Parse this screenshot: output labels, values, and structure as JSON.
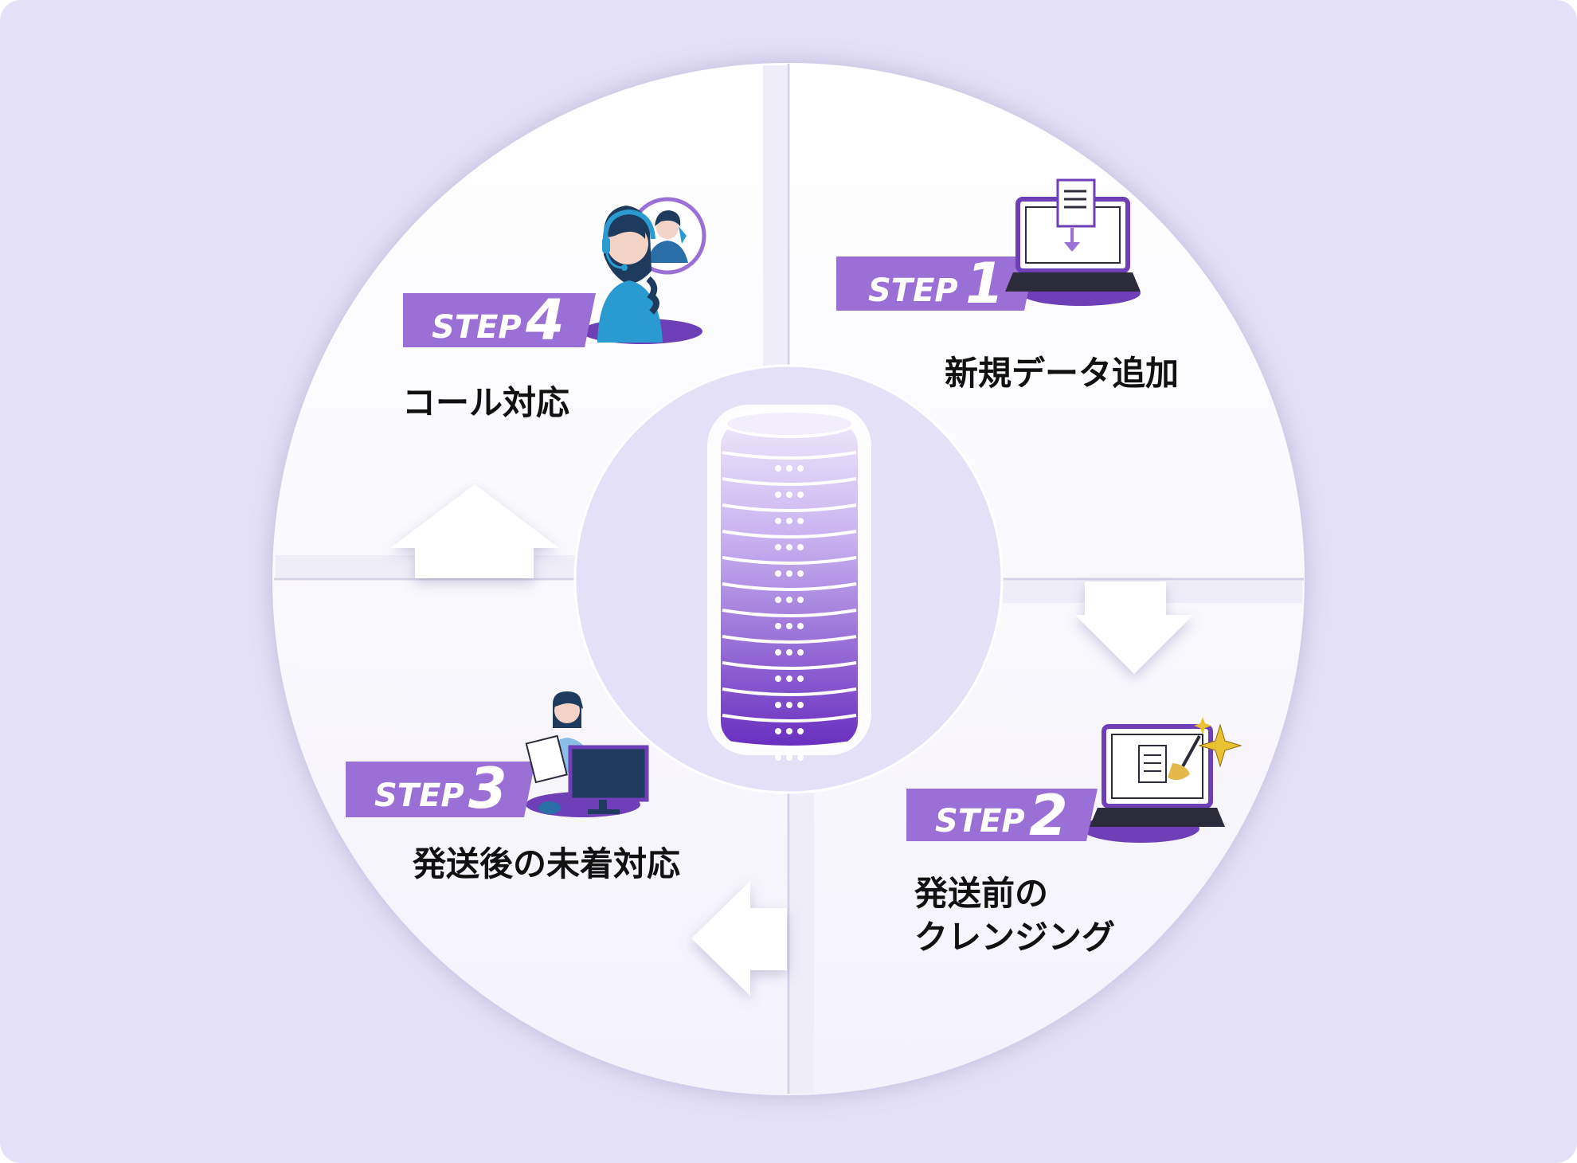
{
  "steps": [
    {
      "badge_word": "STEP",
      "number": "1",
      "label": "新規データ追加",
      "illustration": "laptop-download-icon"
    },
    {
      "badge_word": "STEP",
      "number": "2",
      "label": "発送前の\nクレンジング",
      "illustration": "laptop-cleansing-icon"
    },
    {
      "badge_word": "STEP",
      "number": "3",
      "label": "発送後の未着対応",
      "illustration": "office-worker-icon"
    },
    {
      "badge_word": "STEP",
      "number": "4",
      "label": "コール対応",
      "illustration": "call-center-operator-icon"
    }
  ],
  "center": {
    "illustration": "database-server-icon"
  },
  "colors": {
    "page_background": "#e4e0f7",
    "wheel": "#ffffff",
    "badge": "#9a6fd6",
    "badge_dark": "#6f3fb8",
    "center_hole": "#e4e0f7",
    "db_top": "#ece6fb",
    "db_bottom": "#6a2fc0",
    "text": "#111111"
  }
}
